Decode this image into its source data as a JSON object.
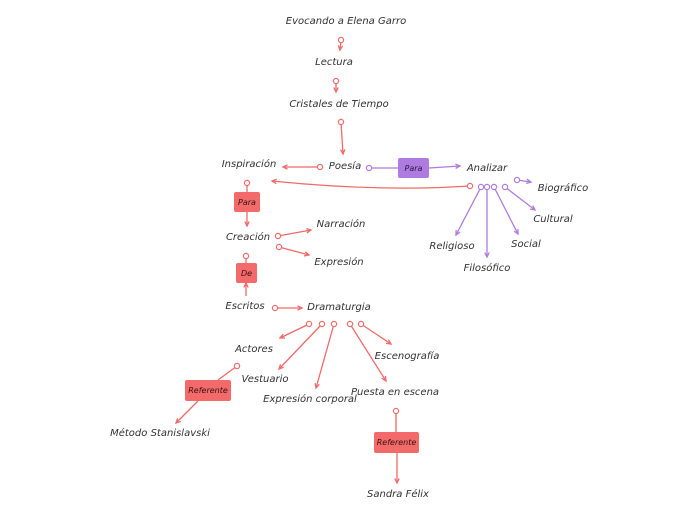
{
  "colors": {
    "red": "#f26a6a",
    "purple": "#b07bde",
    "text": "#333333"
  },
  "nodes": {
    "title": "Evocando a Elena Garro",
    "lectura": "Lectura",
    "cristales": "Cristales de Tiempo",
    "poesia": "Poesía",
    "inspiracion": "Inspiración",
    "analizar": "Analizar",
    "biografico": "Biográfico",
    "cultural": "Cultural",
    "social": "Social",
    "religioso": "Religioso",
    "filosofico": "Filosófico",
    "narracion": "Narración",
    "expresion": "Expresión",
    "creacion": "Creación",
    "escritos": "Escritos",
    "dramaturgia": "Dramaturgia",
    "actores": "Actores",
    "vestuario": "Vestuario",
    "expresion_corporal": "Expresión corporal",
    "puesta_en_escena": "Puesta en escena",
    "escenografia": "Escenografía",
    "metodo": "Método Stanislavski",
    "sandra": "Sandra Félix"
  },
  "tags": {
    "para_poesia": "Para",
    "para_inspiracion": "Para",
    "de_creacion": "De",
    "referente_actores": "Referente",
    "referente_puesta": "Referente"
  }
}
